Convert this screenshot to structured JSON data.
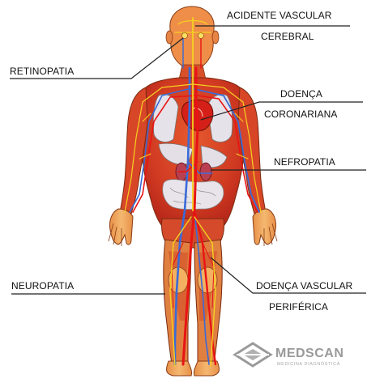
{
  "labels": {
    "avc_line1": "ACIDENTE VASCULAR",
    "avc_line2": "CEREBRAL",
    "retinopatia": "RETINOPATIA",
    "coronariana_line1": "DOENÇA",
    "coronariana_line2": "CORONARIANA",
    "nefropatia": "NEFROPATIA",
    "neuropatia": "NEUROPATIA",
    "periferica_line1": "DOENÇA VASCULAR",
    "periferica_line2": "PERIFÉRICA"
  },
  "logo": {
    "name": "MEDSCAN",
    "tagline": "MEDICINA DIAGNÓSTICA"
  },
  "colors": {
    "skin": "#f0a85a",
    "muscle": "#d2382a",
    "artery": "#e01818",
    "vein": "#3a6ad8",
    "nerve": "#f5d020",
    "organ_light": "#e8e4ea",
    "label_line": "#222222"
  }
}
